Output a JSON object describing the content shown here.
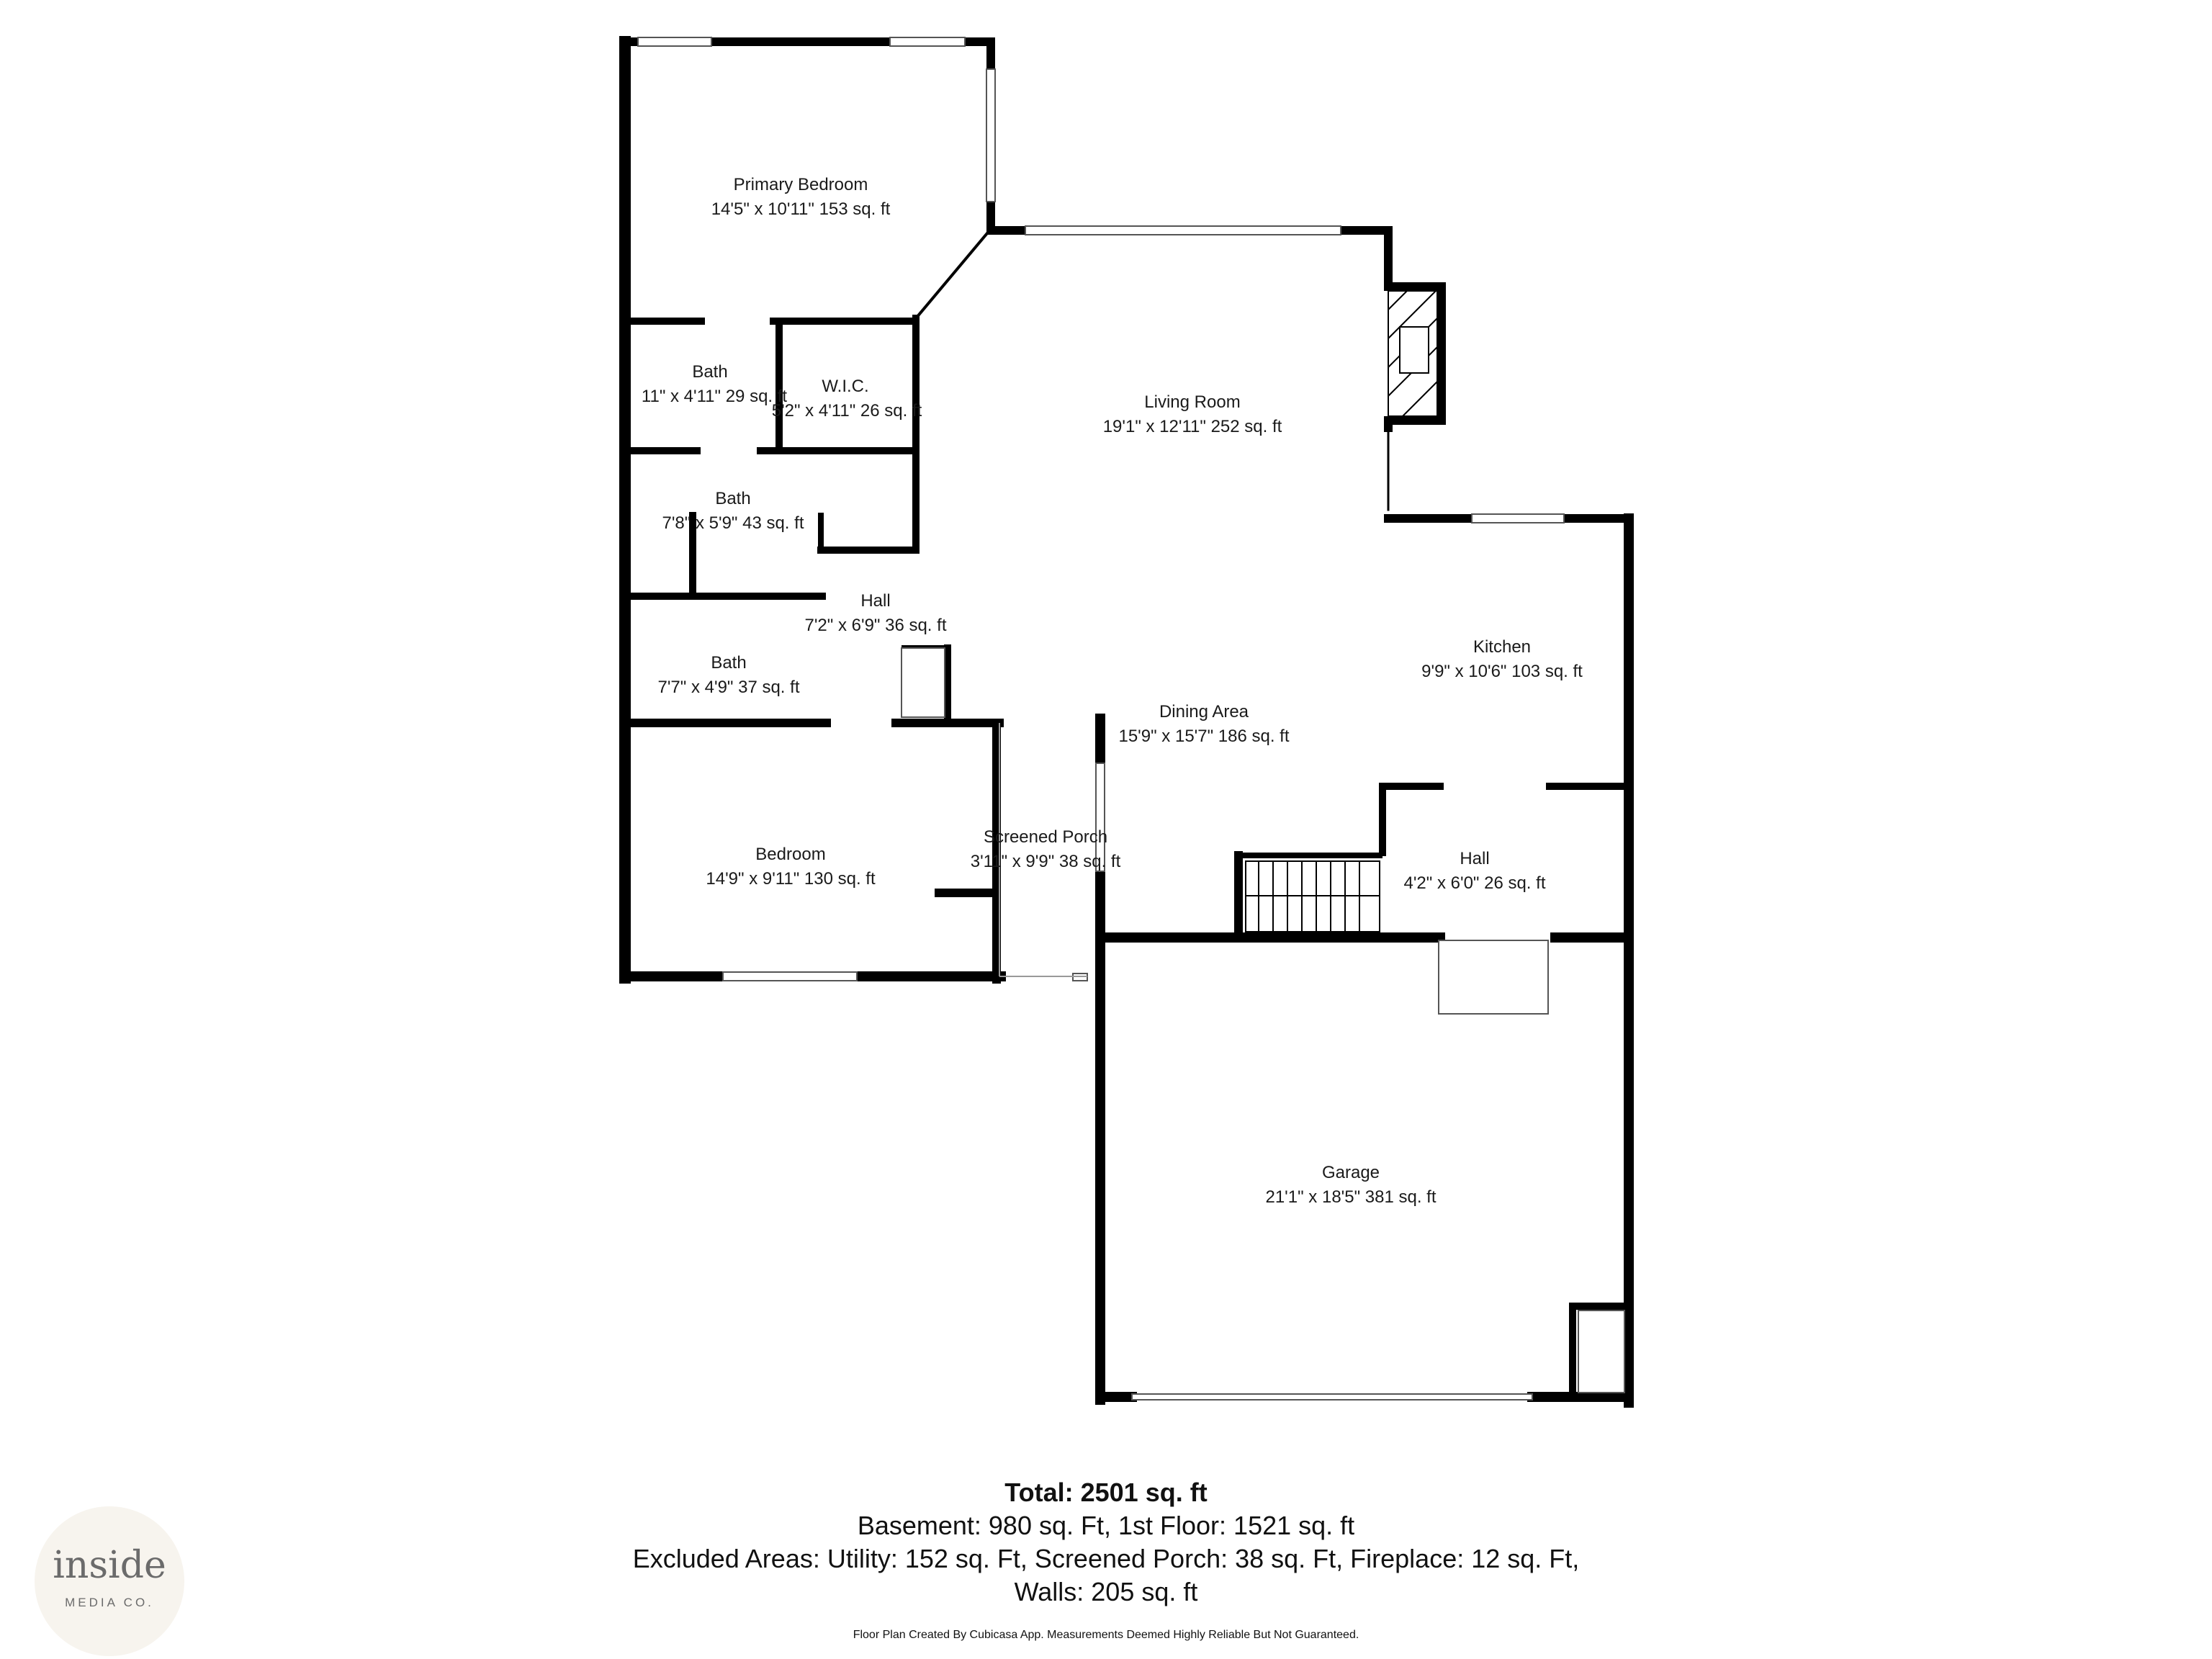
{
  "rooms": {
    "primary_bedroom": {
      "name": "Primary Bedroom",
      "dims": "14'5\" x 10'11\" 153 sq. ft"
    },
    "bath_1": {
      "name": "Bath",
      "dims": "11\" x 4'11\" 29 sq. ft"
    },
    "wic": {
      "name": "W.I.C.",
      "dims": "5'2\" x 4'11\" 26 sq. ft"
    },
    "living_room": {
      "name": "Living Room",
      "dims": "19'1\" x 12'11\" 252 sq. ft"
    },
    "bath_2": {
      "name": "Bath",
      "dims": "7'8\" x 5'9\" 43 sq. ft"
    },
    "hall_1": {
      "name": "Hall",
      "dims": "7'2\" x 6'9\" 36 sq. ft"
    },
    "bath_3": {
      "name": "Bath",
      "dims": "7'7\" x 4'9\" 37 sq. ft"
    },
    "kitchen": {
      "name": "Kitchen",
      "dims": "9'9\" x 10'6\" 103 sq. ft"
    },
    "dining_area": {
      "name": "Dining Area",
      "dims": "15'9\" x 15'7\" 186 sq. ft"
    },
    "bedroom": {
      "name": "Bedroom",
      "dims": "14'9\" x 9'11\" 130 sq. ft"
    },
    "screened_porch": {
      "name": "Screened Porch",
      "dims": "3'11\" x 9'9\" 38 sq. ft"
    },
    "hall_2": {
      "name": "Hall",
      "dims": "4'2\" x 6'0\" 26 sq. ft"
    },
    "garage": {
      "name": "Garage",
      "dims": "21'1\" x 18'5\" 381 sq. ft"
    }
  },
  "summary": {
    "total": "Total: 2501 sq. ft",
    "line1": "Basement: 980 sq. Ft, 1st Floor: 1521 sq. ft",
    "line2": "Excluded Areas: Utility: 152 sq. Ft, Screened Porch: 38 sq. Ft, Fireplace: 12 sq. Ft,",
    "line3": "Walls: 205 sq. ft"
  },
  "disclaimer": "Floor Plan Created By Cubicasa App. Measurements Deemed Highly Reliable But Not Guaranteed.",
  "logo": {
    "word": "inside",
    "sub": "MEDIA CO."
  },
  "colors": {
    "wall": "#000000",
    "background": "#ffffff",
    "logo_bg": "#f7f4ee",
    "logo_text": "#6b6b6b"
  }
}
